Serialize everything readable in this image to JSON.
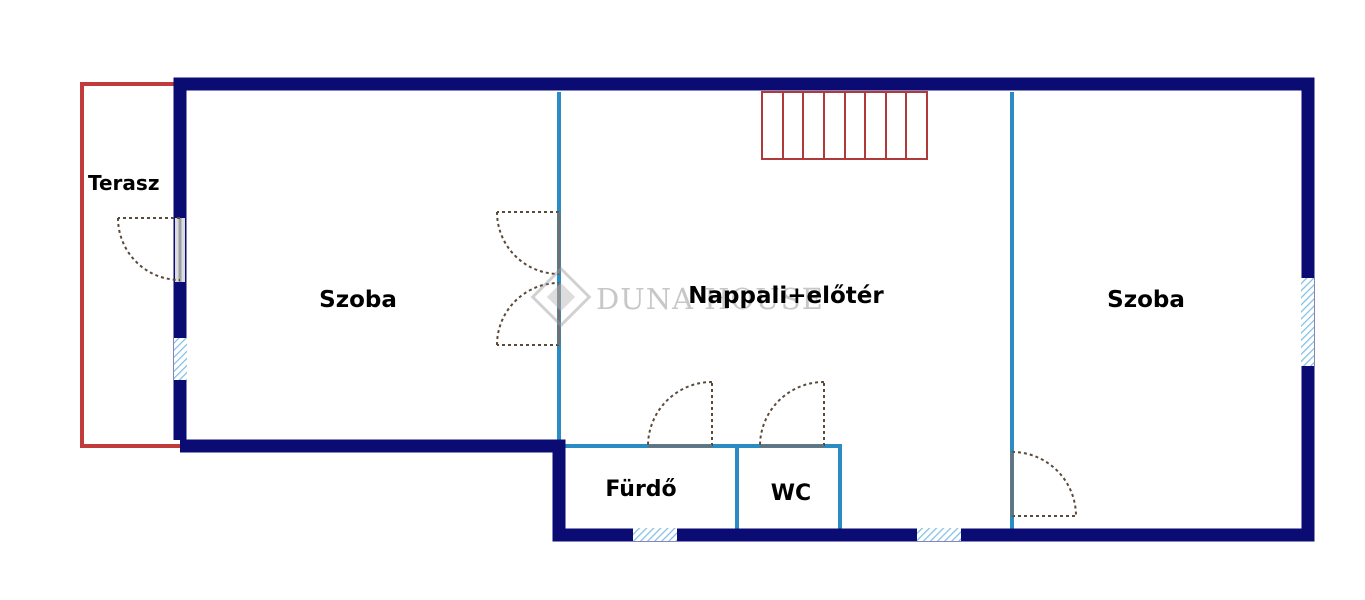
{
  "rooms": {
    "terrace": "Terasz",
    "room_left": "Szoba",
    "living": "Nappali+előtér",
    "room_right": "Szoba",
    "bathroom": "Fürdő",
    "wc": "WC"
  },
  "watermark": {
    "text": "DUNA HOUSE"
  },
  "colors": {
    "outer_wall": "#0b0b74",
    "inner_wall": "#2b8cc4",
    "terrace_outline": "#c23b3b",
    "stairs": "#b03a3a",
    "door_swing": "#5a4a3a",
    "window": "#a8d4ee"
  }
}
